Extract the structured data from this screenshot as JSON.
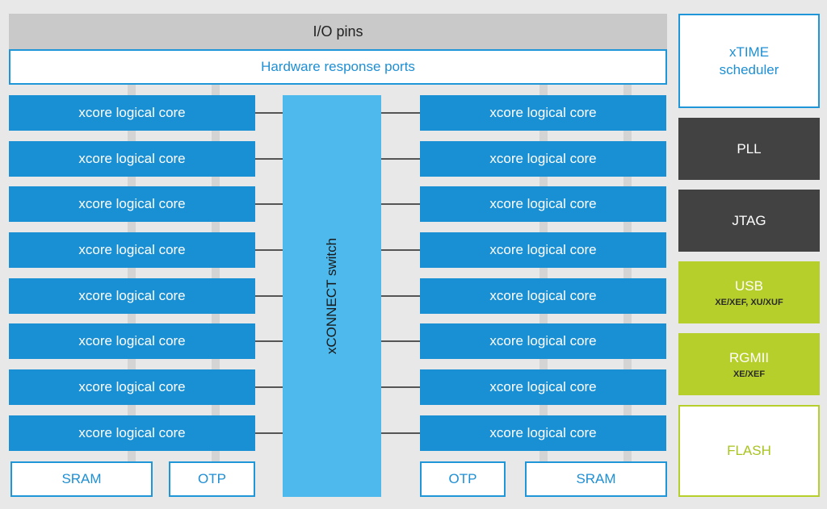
{
  "io_pins": "I/O pins",
  "hardware_response_ports": "Hardware response ports",
  "core_label": "xcore logical core",
  "switch_label": "xCONNECT switch",
  "memory": {
    "left_sram": "SRAM",
    "left_otp": "OTP",
    "right_otp": "OTP",
    "right_sram": "SRAM"
  },
  "sidebar": {
    "xtime_line1": "xTIME",
    "xtime_line2": "scheduler",
    "pll": "PLL",
    "jtag": "JTAG",
    "usb": "USB",
    "usb_sub": "XE/XEF, XU/XUF",
    "rgmii": "RGMII",
    "rgmii_sub": "XE/XEF",
    "flash": "FLASH"
  },
  "colors": {
    "core_blue": "#1a90d4",
    "switch_blue": "#4db9ec",
    "dark_block": "#424242",
    "lime": "#b7cf2a"
  }
}
